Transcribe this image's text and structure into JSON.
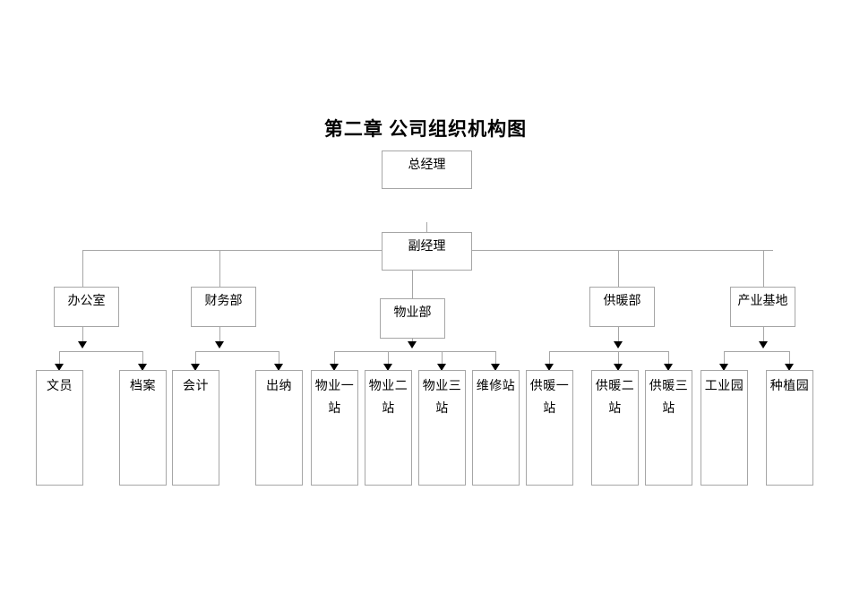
{
  "title": "第二章  公司组织机构图",
  "colors": {
    "line": "#a6a6a6",
    "arrow": "#000000",
    "box_fill": "#ffffff",
    "text": "#000000",
    "background": "#ffffff"
  },
  "nodes": {
    "general_manager": {
      "label": "总经理"
    },
    "deputy_manager": {
      "label": "副经理"
    },
    "departments": [
      {
        "label": "办公室"
      },
      {
        "label": "财务部"
      },
      {
        "label": "物业部"
      },
      {
        "label": "供暖部"
      },
      {
        "label": "产业基地"
      }
    ],
    "units": [
      {
        "label": "文员",
        "parent": "办公室"
      },
      {
        "label": "档案",
        "parent": "办公室"
      },
      {
        "label": "会计",
        "parent": "财务部"
      },
      {
        "label": "出纳",
        "parent": "财务部"
      },
      {
        "label": "物业一站",
        "parent": "物业部"
      },
      {
        "label": "物业二站",
        "parent": "物业部"
      },
      {
        "label": "物业三站",
        "parent": "物业部"
      },
      {
        "label": "维修站",
        "parent": "物业部"
      },
      {
        "label": "供暖一站",
        "parent": "供暖部"
      },
      {
        "label": "供暖二站",
        "parent": "供暖部"
      },
      {
        "label": "供暖三站",
        "parent": "供暖部"
      },
      {
        "label": "工业园",
        "parent": "产业基地"
      },
      {
        "label": "种植园",
        "parent": "产业基地"
      }
    ]
  }
}
